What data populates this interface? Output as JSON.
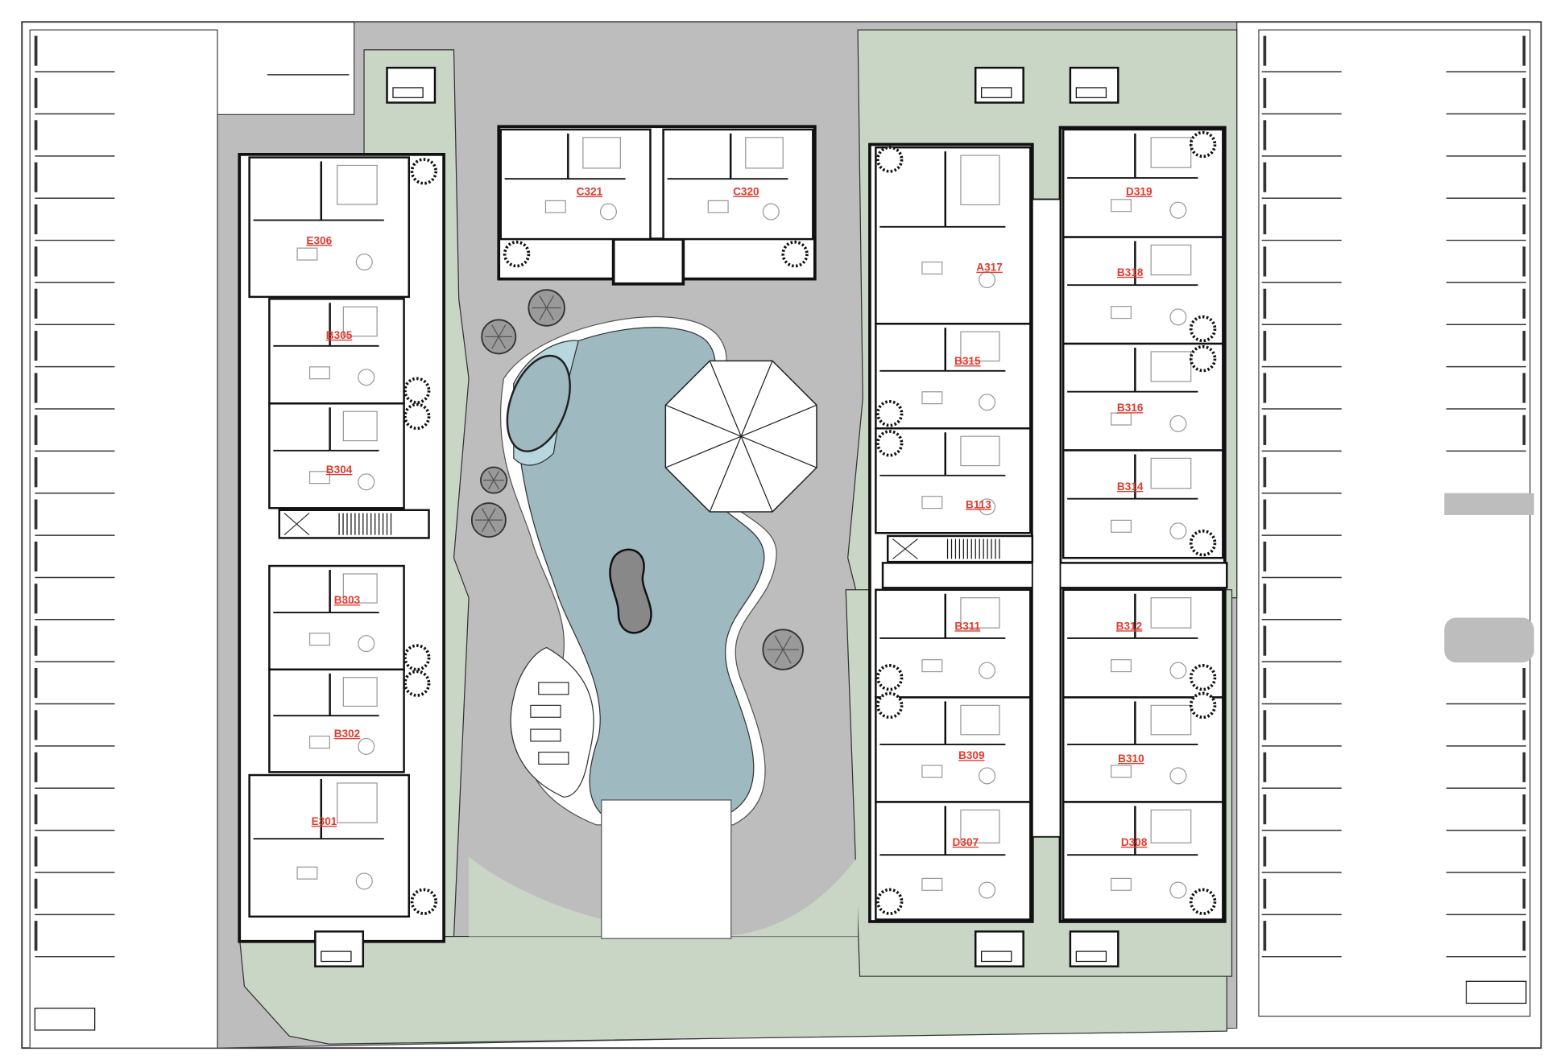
{
  "plan": {
    "units": [
      {
        "id": "E306"
      },
      {
        "id": "B305"
      },
      {
        "id": "B304"
      },
      {
        "id": "B303"
      },
      {
        "id": "B302"
      },
      {
        "id": "E301"
      },
      {
        "id": "C321"
      },
      {
        "id": "C320"
      },
      {
        "id": "A317"
      },
      {
        "id": "B315"
      },
      {
        "id": "B113"
      },
      {
        "id": "B311"
      },
      {
        "id": "B309"
      },
      {
        "id": "D307"
      },
      {
        "id": "D319"
      },
      {
        "id": "B318"
      },
      {
        "id": "B316"
      },
      {
        "id": "B314"
      },
      {
        "id": "B312"
      },
      {
        "id": "B310"
      },
      {
        "id": "D308"
      }
    ]
  },
  "colors": {
    "paving": "#bdbdbd",
    "landscape": "#c9d6c6",
    "pool": "#9fb9c0",
    "pool_shallow": "#b7d6de",
    "wall": "#111111",
    "label": "#e23a2e"
  }
}
